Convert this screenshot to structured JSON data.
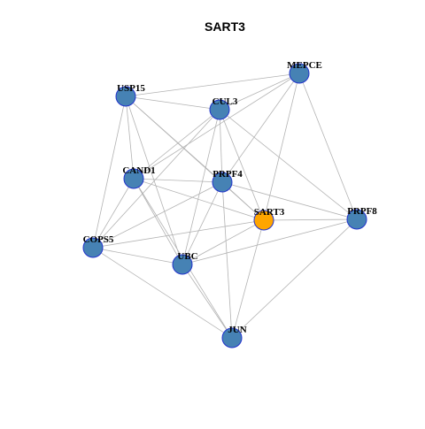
{
  "title": "SART3",
  "colors": {
    "node_default": "#4682B4",
    "node_highlight": "#FFA500",
    "node_border": "#2233CC",
    "edge": "#b3b3b3",
    "label": "#000000"
  },
  "nodes": [
    {
      "id": "MEPCE",
      "label": "MEPCE",
      "highlight": false
    },
    {
      "id": "USP15",
      "label": "USP15",
      "highlight": false
    },
    {
      "id": "CUL3",
      "label": "CUL3",
      "highlight": false
    },
    {
      "id": "CAND1",
      "label": "CAND1",
      "highlight": false
    },
    {
      "id": "PRPF4",
      "label": "PRPF4",
      "highlight": false
    },
    {
      "id": "SART3",
      "label": "SART3",
      "highlight": true
    },
    {
      "id": "PRPF8",
      "label": "PRPF8",
      "highlight": false
    },
    {
      "id": "COPS5",
      "label": "COPS5",
      "highlight": false
    },
    {
      "id": "UBC",
      "label": "UBC",
      "highlight": false
    },
    {
      "id": "JUN",
      "label": "JUN",
      "highlight": false
    }
  ],
  "edges": [
    [
      "USP15",
      "MEPCE"
    ],
    [
      "USP15",
      "CUL3"
    ],
    [
      "USP15",
      "CAND1"
    ],
    [
      "USP15",
      "COPS5"
    ],
    [
      "USP15",
      "UBC"
    ],
    [
      "USP15",
      "PRPF4"
    ],
    [
      "USP15",
      "SART3"
    ],
    [
      "CUL3",
      "MEPCE"
    ],
    [
      "CUL3",
      "CAND1"
    ],
    [
      "CUL3",
      "PRPF4"
    ],
    [
      "CUL3",
      "COPS5"
    ],
    [
      "CUL3",
      "UBC"
    ],
    [
      "CUL3",
      "SART3"
    ],
    [
      "CUL3",
      "PRPF8"
    ],
    [
      "MEPCE",
      "CAND1"
    ],
    [
      "MEPCE",
      "PRPF4"
    ],
    [
      "MEPCE",
      "SART3"
    ],
    [
      "MEPCE",
      "PRPF8"
    ],
    [
      "CAND1",
      "PRPF4"
    ],
    [
      "CAND1",
      "COPS5"
    ],
    [
      "CAND1",
      "UBC"
    ],
    [
      "CAND1",
      "SART3"
    ],
    [
      "CAND1",
      "JUN"
    ],
    [
      "PRPF4",
      "SART3"
    ],
    [
      "PRPF4",
      "PRPF8"
    ],
    [
      "PRPF4",
      "COPS5"
    ],
    [
      "PRPF4",
      "UBC"
    ],
    [
      "PRPF4",
      "JUN"
    ],
    [
      "SART3",
      "PRPF8"
    ],
    [
      "SART3",
      "COPS5"
    ],
    [
      "SART3",
      "UBC"
    ],
    [
      "SART3",
      "JUN"
    ],
    [
      "PRPF8",
      "UBC"
    ],
    [
      "PRPF8",
      "JUN"
    ],
    [
      "COPS5",
      "UBC"
    ],
    [
      "COPS5",
      "JUN"
    ],
    [
      "UBC",
      "JUN"
    ]
  ]
}
